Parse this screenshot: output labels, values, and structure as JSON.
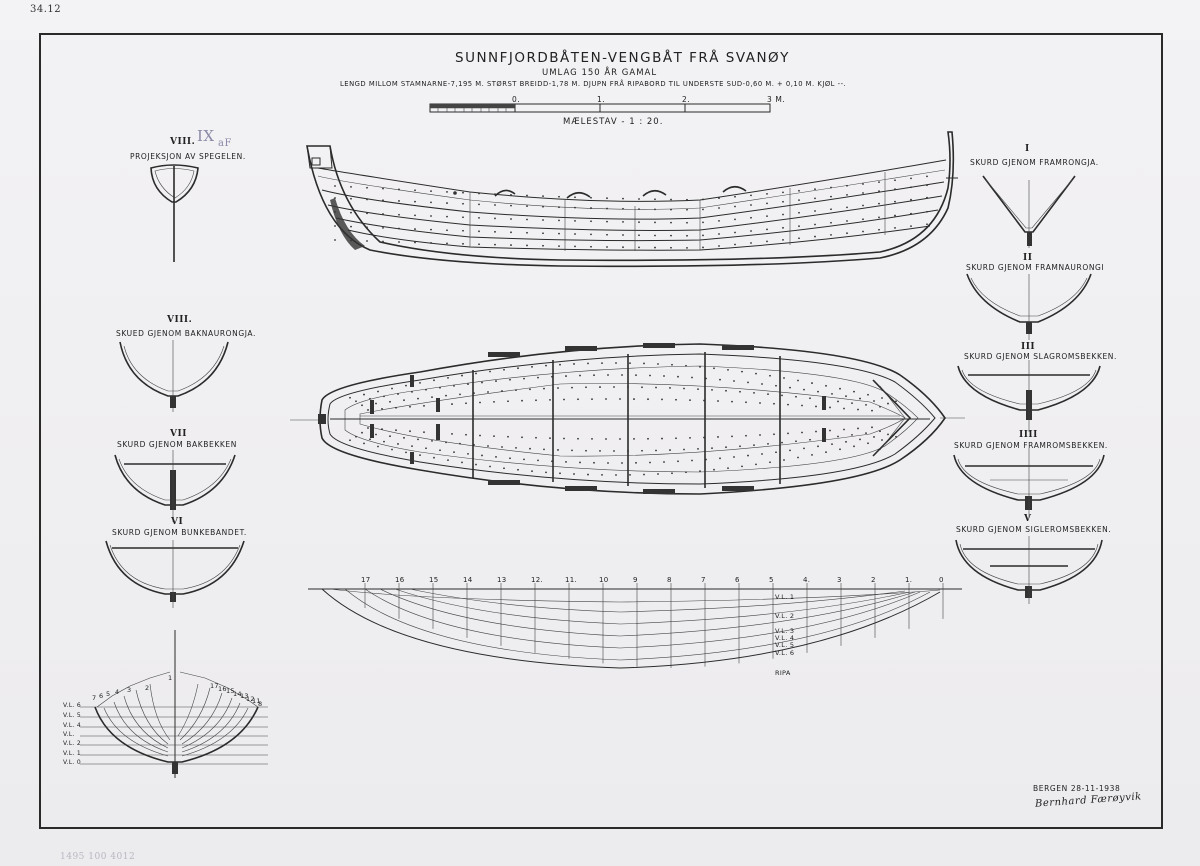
{
  "corner_note": "34.12",
  "title": "SUNNFJORDBÅTEN-VENGBÅT FRÅ SVANØY",
  "subtitle": "UMLAG 150 ÅR GAMAL",
  "dimensions": "LENGD MILLOM STAMNARNE-7,195 M. STØRST BREIDD-1,78 M. DJUPN FRÅ RIPABORD TIL UNDERSTE SUD-0,60 M. + 0,10 M. KJØL --.",
  "scale": {
    "ticks": [
      "0.",
      "1.",
      "2.",
      "3 M."
    ],
    "label": "MÆLESTAV - 1 : 20."
  },
  "transom": {
    "numeral": "VIII.",
    "annotation": "IX",
    "annotation2": "aF",
    "label": "PROJEKSJON AV SPEGELEN."
  },
  "sections": [
    {
      "numeral": "I",
      "label": "SKURD GJENOM FRAMRONGJA."
    },
    {
      "numeral": "II",
      "label": "SKURD GJENOM FRAMNAURONGI"
    },
    {
      "numeral": "III",
      "label": "SKURD GJENOM SLAGROMSBEKKEN."
    },
    {
      "numeral": "IIII",
      "label": "SKURD GJENOM FRAMROMSBEKKEN."
    },
    {
      "numeral": "V",
      "label": "SKURD GJENOM SIGLEROMSBEKKEN."
    },
    {
      "numeral": "VIII.",
      "label": "SKUED GJENOM BAKNAURONGJA."
    },
    {
      "numeral": "VII",
      "label": "SKURD GJENOM BAKBEKKEN"
    },
    {
      "numeral": "VI",
      "label": "SKURD GJENOM BUNKEBANDET."
    }
  ],
  "lines_plan": {
    "stations": [
      "17",
      "16",
      "15",
      "14",
      "13",
      "12.",
      "11.",
      "10",
      "9",
      "8",
      "7",
      "6",
      "5",
      "4.",
      "3",
      "2",
      "1.",
      "0"
    ],
    "waterlines": [
      "V.L. 1",
      "V.L. 2",
      "V.L. 3",
      "V.L. 4",
      "V.L. 5",
      "V.L. 6",
      "RIPA"
    ]
  },
  "body_plan": {
    "waterlines": [
      "V.L. 6",
      "V.L. 5",
      "V.L. 4",
      "V.L.",
      "V.L. 2",
      "V.L. 1",
      "V.L. 0"
    ],
    "left_stations": [
      "7",
      "6",
      "5",
      "4",
      "3",
      "2",
      "1"
    ],
    "right_stations": [
      "17",
      "16",
      "15",
      "14",
      "13",
      "12",
      "11",
      "8"
    ]
  },
  "signature": {
    "date": "BERGEN 28-11-1938",
    "name": "Bernhard Færøyvik"
  },
  "footer_note": "1495 100 4012"
}
